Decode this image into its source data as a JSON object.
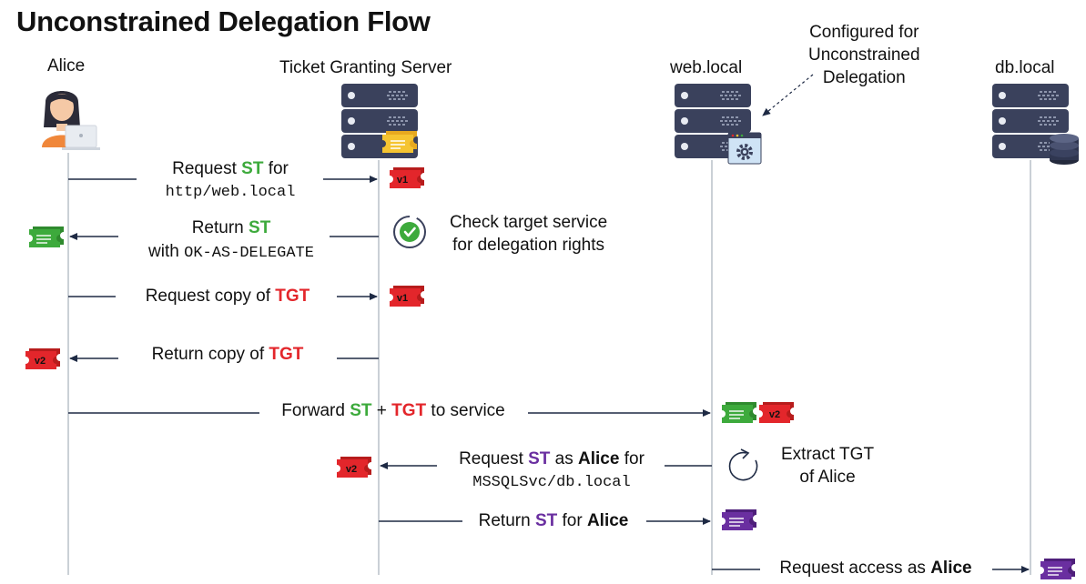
{
  "title": "Unconstrained Delegation Flow",
  "actors": {
    "alice": "Alice",
    "tgs": "Ticket Granting Server",
    "web": "web.local",
    "db": "db.local"
  },
  "annotations": {
    "web_config_1": "Configured for",
    "web_config_2": "Unconstrained",
    "web_config_3": "Delegation",
    "check_1": "Check target service",
    "check_2": "for delegation rights",
    "extract_1": "Extract TGT",
    "extract_2": "of Alice"
  },
  "messages": {
    "m1": {
      "a": "Request ",
      "b": "ST",
      "c": " for",
      "line2": "http/web.local"
    },
    "m2": {
      "a": "Return ",
      "b": "ST",
      "line2a": "with ",
      "line2b": "OK-AS-DELEGATE"
    },
    "m3": {
      "a": "Request copy of ",
      "b": "TGT"
    },
    "m4": {
      "a": "Return copy of ",
      "b": "TGT"
    },
    "m5": {
      "a": "Forward ",
      "b": "ST",
      "c": " + ",
      "d": "TGT",
      "e": " to service"
    },
    "m6": {
      "a": "Request ",
      "b": "ST",
      "c": " as ",
      "d": "Alice",
      "e": " for",
      "line2": "MSSQLSvc/db.local"
    },
    "m7": {
      "a": "Return ",
      "b": "ST",
      "c": " for ",
      "d": "Alice"
    },
    "m8": {
      "a": "Request access as ",
      "b": "Alice"
    }
  },
  "tickets": {
    "v1": "v1",
    "v2": "v2"
  },
  "colors": {
    "server_dark": "#363d57",
    "server_light": "#4a5271",
    "line": "#1e2a44",
    "lifeline": "#b9c0c8",
    "green": "#3daa3c",
    "red": "#e3262b",
    "purple": "#6a2fa0",
    "gold": "#f5c431"
  }
}
